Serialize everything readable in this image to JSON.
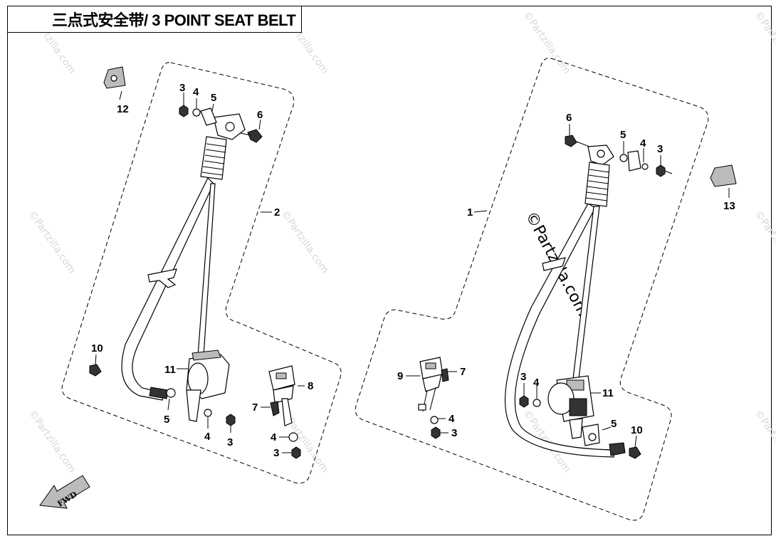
{
  "title": "三点式安全带/ 3 POINT SEAT BELT",
  "watermark": {
    "text": "©Partzilla.com",
    "color": "#d8d8d8"
  },
  "fwd_label": "FWD",
  "left_assembly": {
    "assembly_label": "2",
    "callouts": {
      "nut_top": "3",
      "washer_top": "4",
      "spacer_top": "5",
      "bolt_top": "6",
      "clip": "12",
      "bolt_lower": "10",
      "retractor": "11",
      "spacer_lower": "5",
      "washer_lower": "4",
      "nut_lower": "3",
      "buckle": "8",
      "buckle_bolt": "7",
      "buckle_washer": "4",
      "buckle_nut": "3"
    }
  },
  "right_assembly": {
    "assembly_label": "1",
    "callouts": {
      "bolt_top": "6",
      "spacer_top": "5",
      "washer_top": "4",
      "nut_top": "3",
      "clip": "13",
      "buckle": "9",
      "buckle_bolt": "7",
      "buckle_washer": "4",
      "buckle_nut": "3",
      "nut_lower": "3",
      "washer_lower": "4",
      "retractor": "11",
      "spacer_lower": "5",
      "bolt_lower": "10"
    }
  }
}
